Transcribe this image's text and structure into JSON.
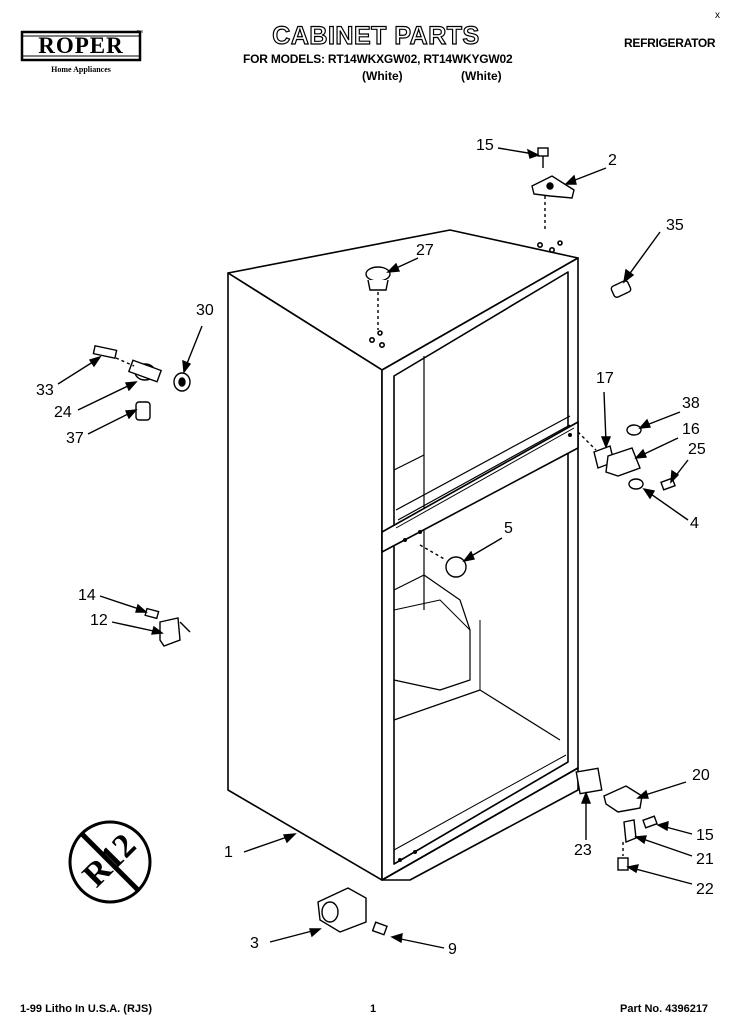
{
  "header": {
    "brand": "ROPER",
    "trademark": "™",
    "brand_tagline": "Home Appliances",
    "title": "CABINET PARTS",
    "models_line": "FOR MODELS: RT14WKXGW02, RT14WKYGW02",
    "color_1": "(White)",
    "color_2": "(White)",
    "product_type": "REFRIGERATOR",
    "corner_mark": "x"
  },
  "callouts": [
    {
      "id": "c15a",
      "label": "15"
    },
    {
      "id": "c2",
      "label": "2"
    },
    {
      "id": "c35",
      "label": "35"
    },
    {
      "id": "c27",
      "label": "27"
    },
    {
      "id": "c30",
      "label": "30"
    },
    {
      "id": "c33",
      "label": "33"
    },
    {
      "id": "c24",
      "label": "24"
    },
    {
      "id": "c37",
      "label": "37"
    },
    {
      "id": "c17",
      "label": "17"
    },
    {
      "id": "c38",
      "label": "38"
    },
    {
      "id": "c16",
      "label": "16"
    },
    {
      "id": "c25",
      "label": "25"
    },
    {
      "id": "c4",
      "label": "4"
    },
    {
      "id": "c5",
      "label": "5"
    },
    {
      "id": "c14",
      "label": "14"
    },
    {
      "id": "c12",
      "label": "12"
    },
    {
      "id": "c20",
      "label": "20"
    },
    {
      "id": "c15b",
      "label": "15"
    },
    {
      "id": "c21",
      "label": "21"
    },
    {
      "id": "c23",
      "label": "23"
    },
    {
      "id": "c22",
      "label": "22"
    },
    {
      "id": "c1",
      "label": "1"
    },
    {
      "id": "c3",
      "label": "3"
    },
    {
      "id": "c9",
      "label": "9"
    }
  ],
  "emblem_text": "R12",
  "footer": {
    "left": "1-99 Litho In U.S.A. (RJS)",
    "center": "1",
    "right": "Part No. 4396217"
  }
}
